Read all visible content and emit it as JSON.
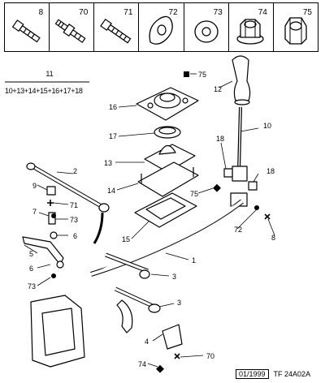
{
  "header_parts": [
    {
      "num": "8",
      "icon": "bolt-icon"
    },
    {
      "num": "70",
      "icon": "stud-bolt-icon"
    },
    {
      "num": "71",
      "icon": "bolt-icon"
    },
    {
      "num": "72",
      "icon": "curved-washer-icon"
    },
    {
      "num": "73",
      "icon": "flat-washer-icon"
    },
    {
      "num": "74",
      "icon": "flange-nut-icon"
    },
    {
      "num": "75",
      "icon": "hex-nut-icon"
    }
  ],
  "kit": {
    "number": "11",
    "components": "10+13+14+15+16+17+18"
  },
  "callouts": {
    "c75a": "75",
    "c12": "12",
    "c16": "16",
    "c17": "17",
    "c10": "10",
    "c18a": "18",
    "c18b": "18",
    "c2": "2",
    "c13": "13",
    "c14": "14",
    "c9": "9",
    "c71": "71",
    "c75b": "75",
    "c7": "7",
    "c73a": "73",
    "c72": "72",
    "c6a": "6",
    "c8": "8",
    "c15": "15",
    "c5": "5",
    "c1": "1",
    "c6b": "6",
    "c3a": "3",
    "c73b": "73",
    "c3b": "3",
    "c4": "4",
    "c74": "74",
    "c70": "70"
  },
  "footer": {
    "date": "01/1999",
    "ref": "TF 24A02A"
  }
}
